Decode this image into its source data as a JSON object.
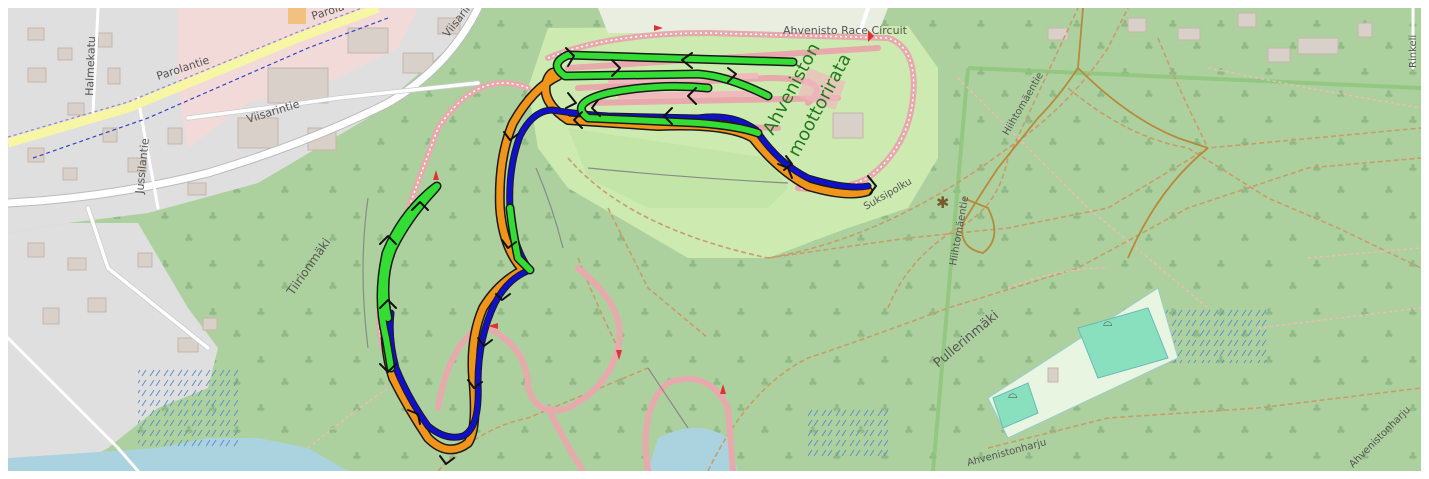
{
  "map": {
    "labels": {
      "parolantie": "Parolantie",
      "parola_top": "Parola",
      "halmekatu": "Halmekatu",
      "viisarintie_1": "Viisarintie",
      "viisarintie_2": "Viisarintie",
      "jussilantie": "Jussilantie",
      "tiirionmaki": "Tiirionmäki",
      "race_circuit": "Ahvenisto Race Circuit",
      "moottorirata_1": "Ahveniston",
      "moottorirata_2": "moottorirata",
      "suksipolku": "Suksipolku",
      "hiihtomaentie_1": "Hiihtomäentie",
      "hiihtomaentie_2": "Hiihtomäentie",
      "pullerinmaki": "Pullerinmäki",
      "ahvenistonharju_1": "Ahvenistonharju",
      "ahvenistonharju_2": "Ahvenistonharju",
      "rinkel": "Rinkeli"
    },
    "colors": {
      "forest": "#add19e",
      "meadow": "#cdebb0",
      "residential": "#e0dfdf",
      "commercial": "#f2dad9",
      "water": "#aad3df",
      "pitch": "#88e0be",
      "track_bike": "#8ec96c",
      "route_green": "#33dd33",
      "route_orange": "#f0951a",
      "route_blue": "#1010c8"
    }
  }
}
